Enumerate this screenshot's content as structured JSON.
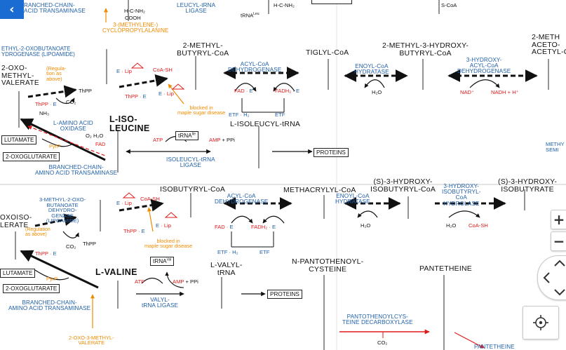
{
  "top_strip": {
    "enzyme_branched_chain": "RANCHED-CHAIN-\nACID TRANSAMINASE",
    "methylene_cyclopropylalanine": "3-(METHYLENE-)\nCYCLOPROPYLALANINE",
    "leucyl_trna_ligase": "LEUCYL-tRNA\nLIGASE",
    "trna_leu": "tRNA",
    "trna_leu_sup": "Leu",
    "cooh": "COOH",
    "h2n_c_h": "H-C-NH₂",
    "s_coa": "S-CoA"
  },
  "leucine_section": {
    "oxo_methyl_valerate": "2-OXO-\nMETHYL-\nVALERATE",
    "dehydrogenase_label": "ETHYL-2-OXOBUTANOATE\nYDROGENASE (LIPOAMIDE)",
    "regulation": "(Regula-\ntion as\nabove)",
    "compound_methylbutyryl": "2-METHYL-\nBUTYRYL-CoA",
    "compound_tiglyl": "TIGLYL-CoA",
    "compound_hydroxybutyryl": "2-METHYL-3-HYDROXY-\nBUTYRYL-CoA",
    "compound_acetoacetyl": "2-METH\nACETO-\nACETYL-C",
    "enzyme_acyl_coa": "ACYL-CoA\nDEHYDROGENASE",
    "enzyme_enoyl_coa": "ENOYL-CoA\nHYDRATASE",
    "enzyme_hydroxy_acyl": "3-HYDROXY-\nACYL-CoA\nDEHYDROGENASE",
    "amino_acid_oxidase": "L-AMINO ACID\nOXIDASE",
    "isoleucine": "L-ISO-\nLEUCINE",
    "isoleucyl_trna": "L-ISOLEUCYL-tRNA",
    "isoleucyl_trna_ligase": "ISOLEUCYL-tRNA\nLIGASE",
    "branched_chain_enzyme": "BRANCHED-CHAIN-\nAMINO ACID TRANSAMINASE",
    "blocked": "blocked in\nmaple sugar disease",
    "glutamate": "LUTAMATE",
    "oxoglutarate": "2-OXOGLUTARATE",
    "proteins": "PROTEINS",
    "trna_ile": "tRNA",
    "trna_ile_sup": "Ile",
    "atp": "ATP",
    "amp": "AMP",
    "ppi": "+ PPi",
    "fad": "FAD",
    "fadh2": "FADH₂",
    "e": "E",
    "etf_h2": "ETF · H₂",
    "etf": "ETF",
    "nad": "NAD⁺",
    "nadh": "NADH",
    "h_plus": "+ H⁺",
    "h2o": "H₂O",
    "co2": "CO₂",
    "o2": "O₂",
    "nh3": "NH₃",
    "pyrp": "PyrP",
    "thpp": "ThPP",
    "coa_sh": "CoA-SH",
    "lip": "Lip",
    "methy_semi": "METHY\nSEMI"
  },
  "valine_section": {
    "oxoisovalerate": "OXOISO-\nLERATE",
    "dehydrogenase_label": "3-METHYL-2-OXO-\nBUTANOATE\nDEHYDRO-\nGENASE\n(LIPOAMIDE)",
    "regulation": "(Regulation\nas above)",
    "compound_isobutyryl": "ISOBUTYRYL-CoA",
    "compound_methacrylyl": "METHACRYLYL-CoA",
    "compound_s_hydroxyisobutyryl": "(S)-3-HYDROXY-\nISOBUTYRYL-CoA",
    "compound_s_hydroxyisobutyrate": "(S)-3-HYDROXY-\nISOBUTYRATE",
    "enzyme_acyl_coa": "ACYL-CoA\nDEHYDROGENASE",
    "enzyme_enoyl_coa": "ENOYL-CoA\nHYDRATASE",
    "enzyme_hydrolase": "3-HYDROXY-\nISOBUTYRYL-\nCoA\nHYDROLASE",
    "valine": "L-VALINE",
    "valyl_trna": "L-VALYL-\ntRNA",
    "valyl_trna_ligase": "VALYL-\ntRNA LIGASE",
    "pantothenoyl_cysteine": "N-PANTOTHENOYL-\nCYSTEINE",
    "pantetheine": "PANTETHEINE",
    "pantetheine_link": "PANTETHEINE",
    "decarboxylase": "PANTOTHENOYLCYS-\nTEINE DECARBOXYLASE",
    "oxo_methylvalerate": "2-OXO-3-METHYL-\nVALERATE",
    "branched_chain_enzyme": "BRANCHED-CHAIN-\nAMINO ACID TRANSAMINASE",
    "blocked": "blocked in\nmaple sugar disease",
    "glutamate": "LUTAMATE",
    "oxoglutarate": "2-OXOGLUTARATE",
    "proteins": "PROTEINS",
    "trna_val": "tRNA",
    "trna_val_sup": "Val",
    "atp": "ATP",
    "amp": "AMP",
    "ppi": "+ PPi",
    "fad": "FAD",
    "fadh2": "FADH₂",
    "e": "E",
    "etf_h2": "ETF · H₂",
    "etf": "ETF",
    "h2o": "H₂O",
    "co2": "CO₂",
    "coa_sh": "CoA-SH",
    "thpp": "ThPP",
    "lip": "Lip",
    "pyrp": "PyrP"
  },
  "controls": {
    "zoom_in": "+",
    "zoom_out": "−",
    "back": "‹"
  },
  "colors": {
    "enzyme_blue": "#1f5fa8",
    "cofactor_red": "#e01a1a",
    "inhibitor_orange": "#f08a00",
    "back_button": "#1a6cd2"
  }
}
